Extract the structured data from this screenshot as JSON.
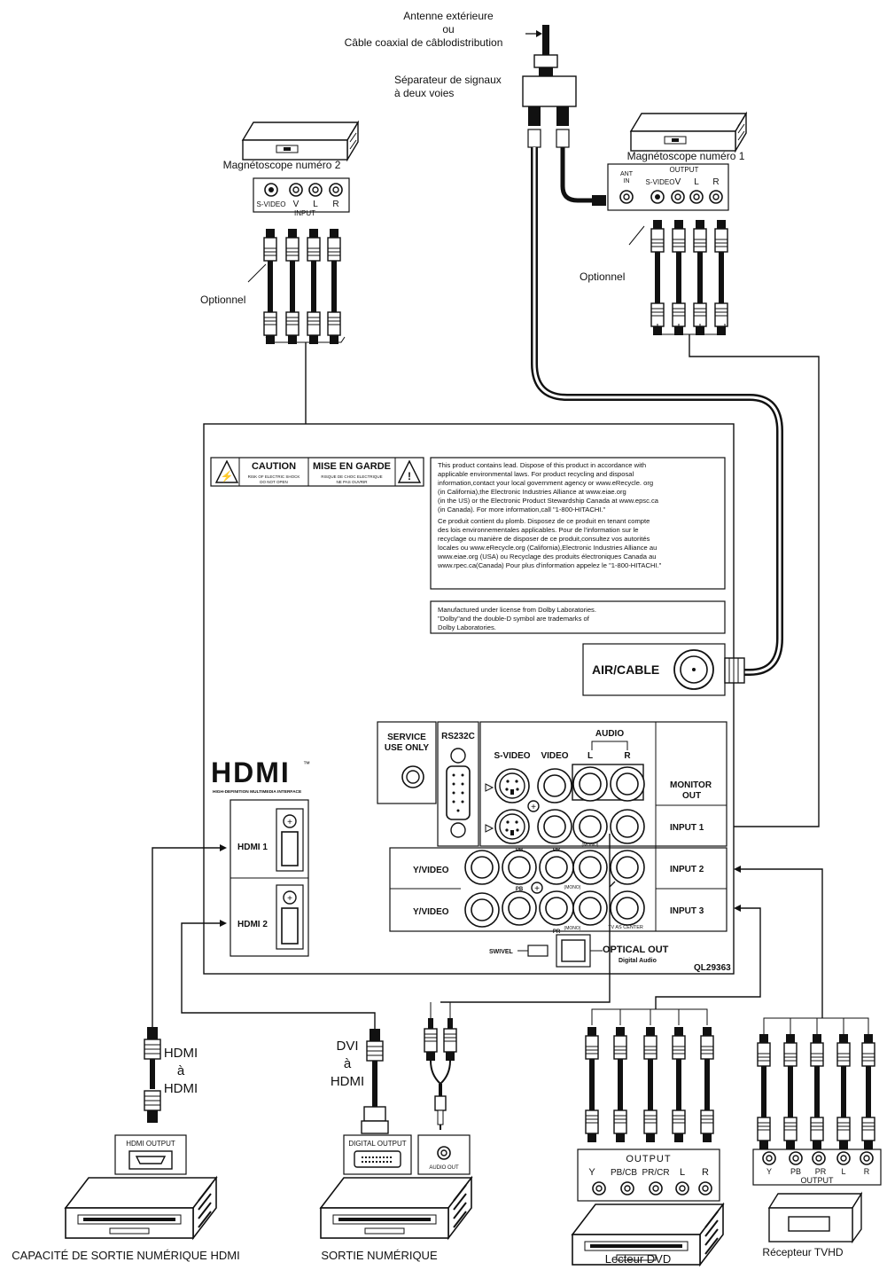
{
  "top": {
    "antenna_line1": "Antenne extérieure",
    "antenna_line2": "ou",
    "antenna_line3": "Câble coaxial de câblodistribution",
    "splitter_line1": "Séparateur de signaux",
    "splitter_line2": "à deux voies"
  },
  "vcr2": {
    "title": "Magnétoscope numéro 2",
    "svideo": "S-VIDEO",
    "v": "V",
    "l": "L",
    "r": "R",
    "input": "INPUT",
    "optional": "Optionnel"
  },
  "vcr1": {
    "title": "Magnétoscope numéro 1",
    "ant_in_1": "ANT",
    "ant_in_2": "IN",
    "output": "OUTPUT",
    "svideo": "S-VIDEO",
    "v": "V",
    "l": "L",
    "r": "R",
    "optional": "Optionnel"
  },
  "tv": {
    "caution": "CAUTION",
    "caution_sub1": "RISK OF ELECTRIC SHOCK",
    "caution_sub2": "DO NOT OPEN",
    "mise": "MISE EN GARDE",
    "mise_sub1": "RISQUE DE CHOC ELECTRIQUE",
    "mise_sub2": "NE PAS OUVRIR",
    "lead_notice": [
      "This product contains lead. Dispose of this product in accordance with",
      "applicable environmental laws. For product recycling and disposal",
      "information,contact your local government agency or www.eRecycle. org",
      "(in California),the Electronic Industries Alliance at www.eiae.org",
      "(in the US) or the Electronic Product Stewardship Canada at www.epsc.ca",
      "(in Canada). For more information,call \"1-800-HITACHI.\"",
      "Ce produit contient du plomb. Disposez de ce produit en tenant compte",
      "des lois environnementales applicables. Pour de l'information sur le",
      "recyclage ou manière de disposer de ce produit,consultez vos autorités",
      "locales ou www.eRecycle.org (California),Electronic Industries Alliance au",
      "www.eiae.org (USA) ou Recyclage des produits électroniques Canada au",
      "www.rpec.ca(Canada) Pour plus d'information appelez le \"1-800-HITACHI.\""
    ],
    "dolby_notice": [
      "Manufactured under license from Dolby Laboratories.",
      "\"Dolby\"and the double-D symbol are trademarks of",
      "Dolby Laboratories."
    ],
    "air_cable": "AIR/CABLE",
    "hdmi_logo": "HDMI",
    "hdmi_tm": "™",
    "hdmi_tagline": "HIGH-DEFINITION MULTIMEDIA INTERFACE",
    "hdmi1": "HDMI  1",
    "hdmi2": "HDMI  2",
    "service1": "SERVICE",
    "service2": "USE  ONLY",
    "rs232c": "RS232C",
    "svideo": "S-VIDEO",
    "video": "VIDEO",
    "audio": "AUDIO",
    "audio_l": "L",
    "audio_r": "R",
    "monitor1": "MONITOR",
    "monitor2": "OUT",
    "input1": "INPUT  1",
    "input2": "INPUT  2",
    "input3": "INPUT  3",
    "yvideo": "Y/VIDEO",
    "pb": "PB",
    "pr": "PR",
    "mono": "(MONO)",
    "tv_as_center": "TV AS CENTER",
    "swivel": "SWIVEL",
    "optical1": "OPTICAL  OUT",
    "optical2": "Digital Audio",
    "model": "QL29363"
  },
  "bottom": {
    "hdmi_cable_1": "HDMI",
    "hdmi_cable_2": "à",
    "hdmi_cable_3": "HDMI",
    "hdmi_output": "HDMI OUTPUT",
    "hdmi_device": "CAPACITÉ DE SORTIE NUMÉRIQUE HDMI",
    "dvi_cable_1": "DVI",
    "dvi_cable_2": "à",
    "dvi_cable_3": "HDMI",
    "digital_output": "DIGITAL OUTPUT",
    "audio_out": "AUDIO OUT",
    "dvi_device": "SORTIE NUMÉRIQUE",
    "dvd_output": "OUTPUT",
    "dvd_y": "Y",
    "dvd_pb": "PB/CB",
    "dvd_pr": "PR/CR",
    "dvd_l": "L",
    "dvd_r": "R",
    "dvd_device": "Lecteur DVD",
    "hdtv_y": "Y",
    "hdtv_pb": "PB",
    "hdtv_pr": "PR",
    "hdtv_l": "L",
    "hdtv_r": "R",
    "hdtv_output": "OUTPUT",
    "hdtv_device": "Récepteur TVHD"
  }
}
